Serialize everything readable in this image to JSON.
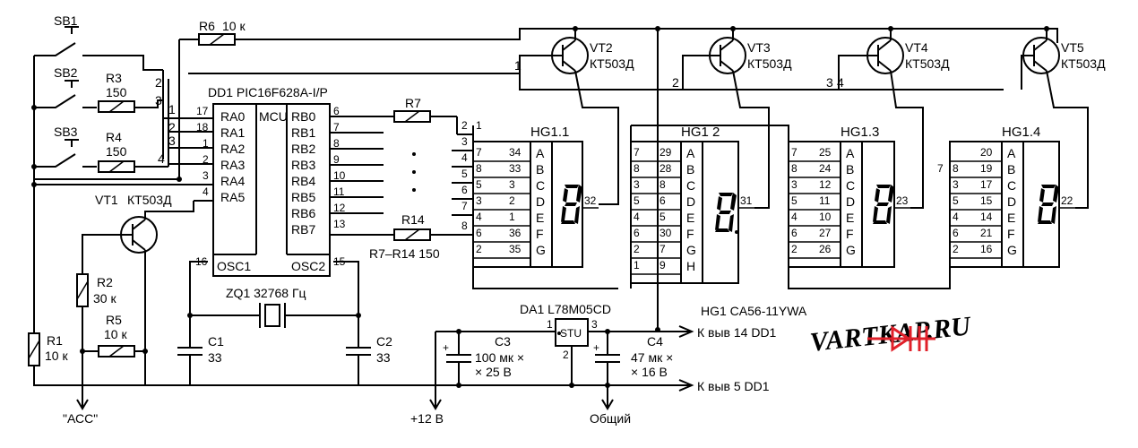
{
  "switches": [
    {
      "ref": "SB1"
    },
    {
      "ref": "SB2"
    },
    {
      "ref": "SB3"
    }
  ],
  "resistors": {
    "r1": {
      "ref": "R1",
      "value": "10 к"
    },
    "r2": {
      "ref": "R2",
      "value": "30 к"
    },
    "r3": {
      "ref": "R3",
      "value": "150"
    },
    "r4": {
      "ref": "R4",
      "value": "150"
    },
    "r5": {
      "ref": "R5",
      "value": "10 к"
    },
    "r6": {
      "ref": "R6",
      "value": "10 к"
    },
    "r7": {
      "ref": "R7"
    },
    "r14": {
      "ref": "R14"
    },
    "group_label": "R7–R14 150"
  },
  "transistors": {
    "vt1": {
      "ref": "VT1",
      "type": "КТ503Д"
    },
    "vt2": {
      "ref": "VT2",
      "type": "КТ503Д"
    },
    "vt3": {
      "ref": "VT3",
      "type": "КТ503Д"
    },
    "vt4": {
      "ref": "VT4",
      "type": "КТ503Д"
    },
    "vt5": {
      "ref": "VT5",
      "type": "КТ503Д"
    }
  },
  "mcu": {
    "title": "DD1 PIC16F628A-I/P",
    "core_label": "MCU",
    "left_pins": [
      {
        "name": "RA0",
        "num": "17"
      },
      {
        "name": "RA1",
        "num": "18"
      },
      {
        "name": "RA2",
        "num": "1"
      },
      {
        "name": "RA3",
        "num": "2"
      },
      {
        "name": "RA4",
        "num": "3"
      },
      {
        "name": "RA5",
        "num": "4"
      }
    ],
    "right_pins": [
      {
        "name": "RB0",
        "num": "6"
      },
      {
        "name": "RB1",
        "num": "7"
      },
      {
        "name": "RB2",
        "num": "8"
      },
      {
        "name": "RB3",
        "num": "9"
      },
      {
        "name": "RB4",
        "num": "10"
      },
      {
        "name": "RB5",
        "num": "11"
      },
      {
        "name": "RB6",
        "num": "12"
      },
      {
        "name": "RB7",
        "num": "13"
      }
    ],
    "osc1": {
      "name": "OSC1",
      "num": "16"
    },
    "osc2": {
      "name": "OSC2",
      "num": "15"
    },
    "left_bus_nums": [
      "1",
      "2",
      "3",
      "4"
    ],
    "right_bus_nums": [
      "2",
      "3",
      "4",
      "5",
      "6",
      "7",
      "8"
    ],
    "right_bus_top": "1"
  },
  "crystal": {
    "label": "ZQ1 32768 Гц"
  },
  "caps": {
    "c1": {
      "ref": "C1",
      "value": "33"
    },
    "c2": {
      "ref": "C2",
      "value": "33"
    },
    "c3": {
      "ref": "C3",
      "value1": "100 мк ×",
      "value2": "× 25 В"
    },
    "c4": {
      "ref": "C4",
      "value1": "47 мк ×",
      "value2": "× 16 В"
    }
  },
  "regulator": {
    "title": "DA1 L78M05CD",
    "body": "STU",
    "pin_in": "1",
    "pin_gnd": "2",
    "pin_out": "3"
  },
  "displays": {
    "part_label": "HG1 CA56-11YWA",
    "hg1": {
      "title": "HG1.1",
      "common_pin": "32",
      "seg_letters": [
        "A",
        "B",
        "C",
        "D",
        "E",
        "F",
        "G"
      ],
      "left_nums": [
        "7",
        "8",
        "5",
        "3",
        "4",
        "6",
        "2"
      ],
      "right_nums": [
        "34",
        "33",
        "3",
        "2",
        "1",
        "36",
        "35"
      ]
    },
    "hg2": {
      "title": "HG1 2",
      "common_pin": "31",
      "seg_letters": [
        "A",
        "B",
        "C",
        "D",
        "E",
        "F",
        "G",
        "H"
      ],
      "left_nums": [
        "7",
        "8",
        "3",
        "5",
        "4",
        "6",
        "2",
        "1"
      ],
      "right_nums": [
        "29",
        "28",
        "8",
        "6",
        "5",
        "30",
        "7",
        "9"
      ]
    },
    "hg3": {
      "title": "HG1.3",
      "common_pin": "23",
      "seg_letters": [
        "A",
        "B",
        "C",
        "D",
        "E",
        "F",
        "G"
      ],
      "left_nums": [
        "7",
        "8",
        "3",
        "5",
        "4",
        "6",
        "2"
      ],
      "right_nums": [
        "25",
        "24",
        "12",
        "11",
        "10",
        "27",
        "26"
      ]
    },
    "hg4": {
      "title": "HG1.4",
      "common_pin": "22",
      "seg_letters": [
        "A",
        "B",
        "C",
        "D",
        "E",
        "F",
        "G"
      ],
      "left_nums": [
        "8",
        "3",
        "5",
        "4",
        "6",
        "2"
      ],
      "right_nums": [
        "20",
        "19",
        "17",
        "15",
        "14",
        "21",
        "16"
      ],
      "extra_left": "7"
    }
  },
  "transistor_bus": [
    "1",
    "2",
    "3",
    "4"
  ],
  "connections": {
    "acc": "\"АСС\"",
    "plus12": "+12 В",
    "gnd": "Общий",
    "to_pin14": "К выв  14 DD1",
    "to_pin5": "К выв  5 DD1",
    "plus_sign": "+"
  },
  "logo": {
    "text": "VARTKAP.RU",
    "accent": "#e0202a"
  }
}
